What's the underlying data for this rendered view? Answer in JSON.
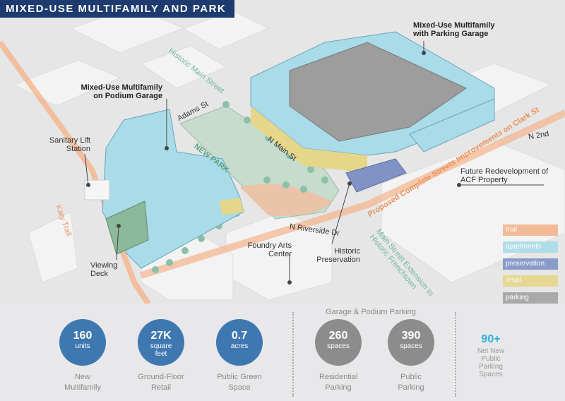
{
  "title": "MIXED-USE MULTIFAMILY AND PARK",
  "labels": {
    "garage_building": "Mixed-Use Multifamily with Parking Garage",
    "podium_building": "Mixed-Use Multifamily on Podium Garage",
    "sanitary": "Sanitary Lift Station",
    "historic_main": "Historic Main Street",
    "adams": "Adams St",
    "new_park": "NEW PARK",
    "n_main": "N Main St",
    "n_riverside": "N Riverside Dr",
    "clark": "Proposed Complete Streets Improvements on Clark St",
    "n_2nd": "N 2nd",
    "future": "Future Redevelopment of ACF Property",
    "katy": "Katy Trail",
    "foundry": "Foundry Arts Center",
    "historic_pres": "Historic Preservation",
    "viewing": "Viewing Deck",
    "main_ext": "Main Street Extension to Historic Frenchtown"
  },
  "legend": [
    {
      "label": "trail",
      "color": "#f4b48c"
    },
    {
      "label": "apartments",
      "color": "#a9dbe9"
    },
    {
      "label": "preservation",
      "color": "#7f93c6"
    },
    {
      "label": "retail",
      "color": "#e6d68a"
    },
    {
      "label": "parking",
      "color": "#a3a3a3"
    }
  ],
  "stats": {
    "parking_header": "Garage & Podium Parking",
    "items": [
      {
        "value": "160",
        "unit": "units",
        "caption": "New Multifamily",
        "color": "#3f78b1"
      },
      {
        "value": "27K",
        "unit": "square feet",
        "caption": "Ground-Floor Retail",
        "color": "#3f78b1"
      },
      {
        "value": "0.7",
        "unit": "acres",
        "caption": "Public Green Space",
        "color": "#3f78b1"
      },
      {
        "value": "260",
        "unit": "spaces",
        "caption": "Residential Parking",
        "color": "#8c8c8c"
      },
      {
        "value": "390",
        "unit": "spaces",
        "caption": "Public Parking",
        "color": "#8c8c8c"
      }
    ],
    "highlight": {
      "value": "90+",
      "caption": "Net New Public Parking Spaces",
      "color": "#2bb0dc"
    }
  }
}
